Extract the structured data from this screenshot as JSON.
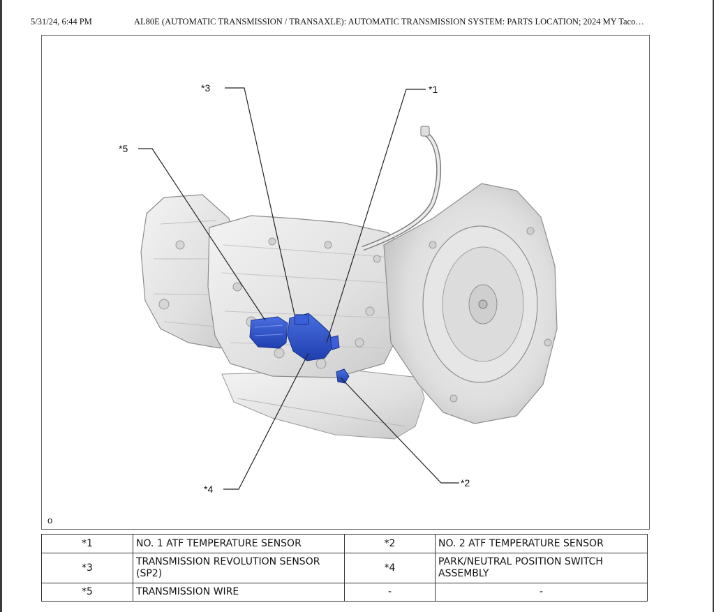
{
  "header": {
    "date": "5/31/24, 6:44 PM",
    "title": "AL80E (AUTOMATIC TRANSMISSION / TRANSAXLE): AUTOMATIC TRANSMISSION SYSTEM: PARTS LOCATION; 2024 MY Taco…"
  },
  "figure": {
    "code": "o",
    "callouts": [
      "*1",
      "*2",
      "*3",
      "*4",
      "*5"
    ]
  },
  "legend": {
    "rows": [
      [
        {
          "code": "*1",
          "desc": "NO. 1 ATF TEMPERATURE SENSOR"
        },
        {
          "code": "*2",
          "desc": "NO. 2 ATF TEMPERATURE SENSOR"
        }
      ],
      [
        {
          "code": "*3",
          "desc": "TRANSMISSION REVOLUTION SENSOR (SP2)"
        },
        {
          "code": "*4",
          "desc": "PARK/NEUTRAL POSITION SWITCH ASSEMBLY"
        }
      ],
      [
        {
          "code": "*5",
          "desc": "TRANSMISSION WIRE"
        },
        {
          "code": "-",
          "desc": "-"
        }
      ]
    ]
  },
  "colors": {
    "highlight_part": "#2b50c8",
    "housing": "#e4e4e4",
    "outline": "#8d8d8d"
  }
}
